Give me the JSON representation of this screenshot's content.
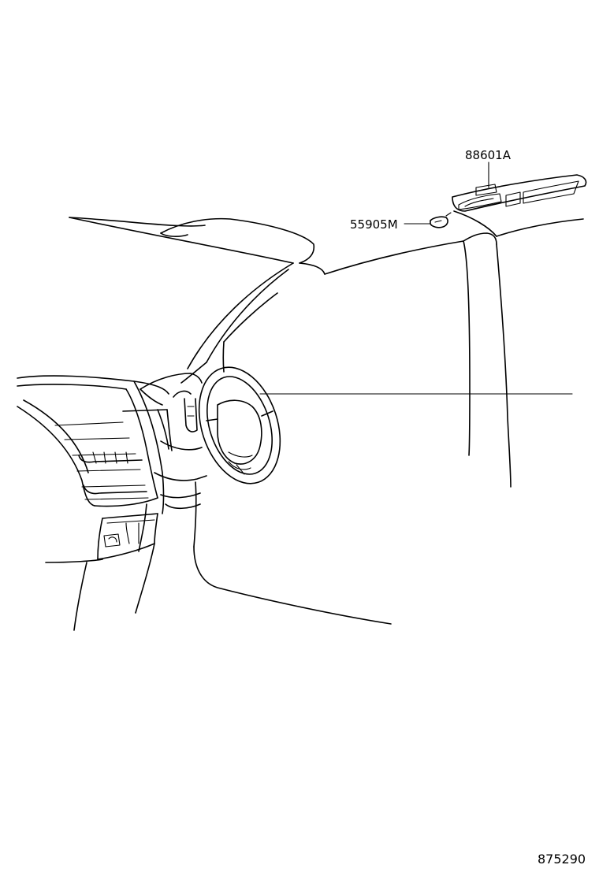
{
  "diagram": {
    "callouts": [
      {
        "id": "overhead-console",
        "part_number": "88601A"
      },
      {
        "id": "console-bulb",
        "part_number": "55905M"
      }
    ],
    "illustration_number": "875290"
  },
  "colors": {
    "line": "#000000",
    "background": "#ffffff"
  }
}
